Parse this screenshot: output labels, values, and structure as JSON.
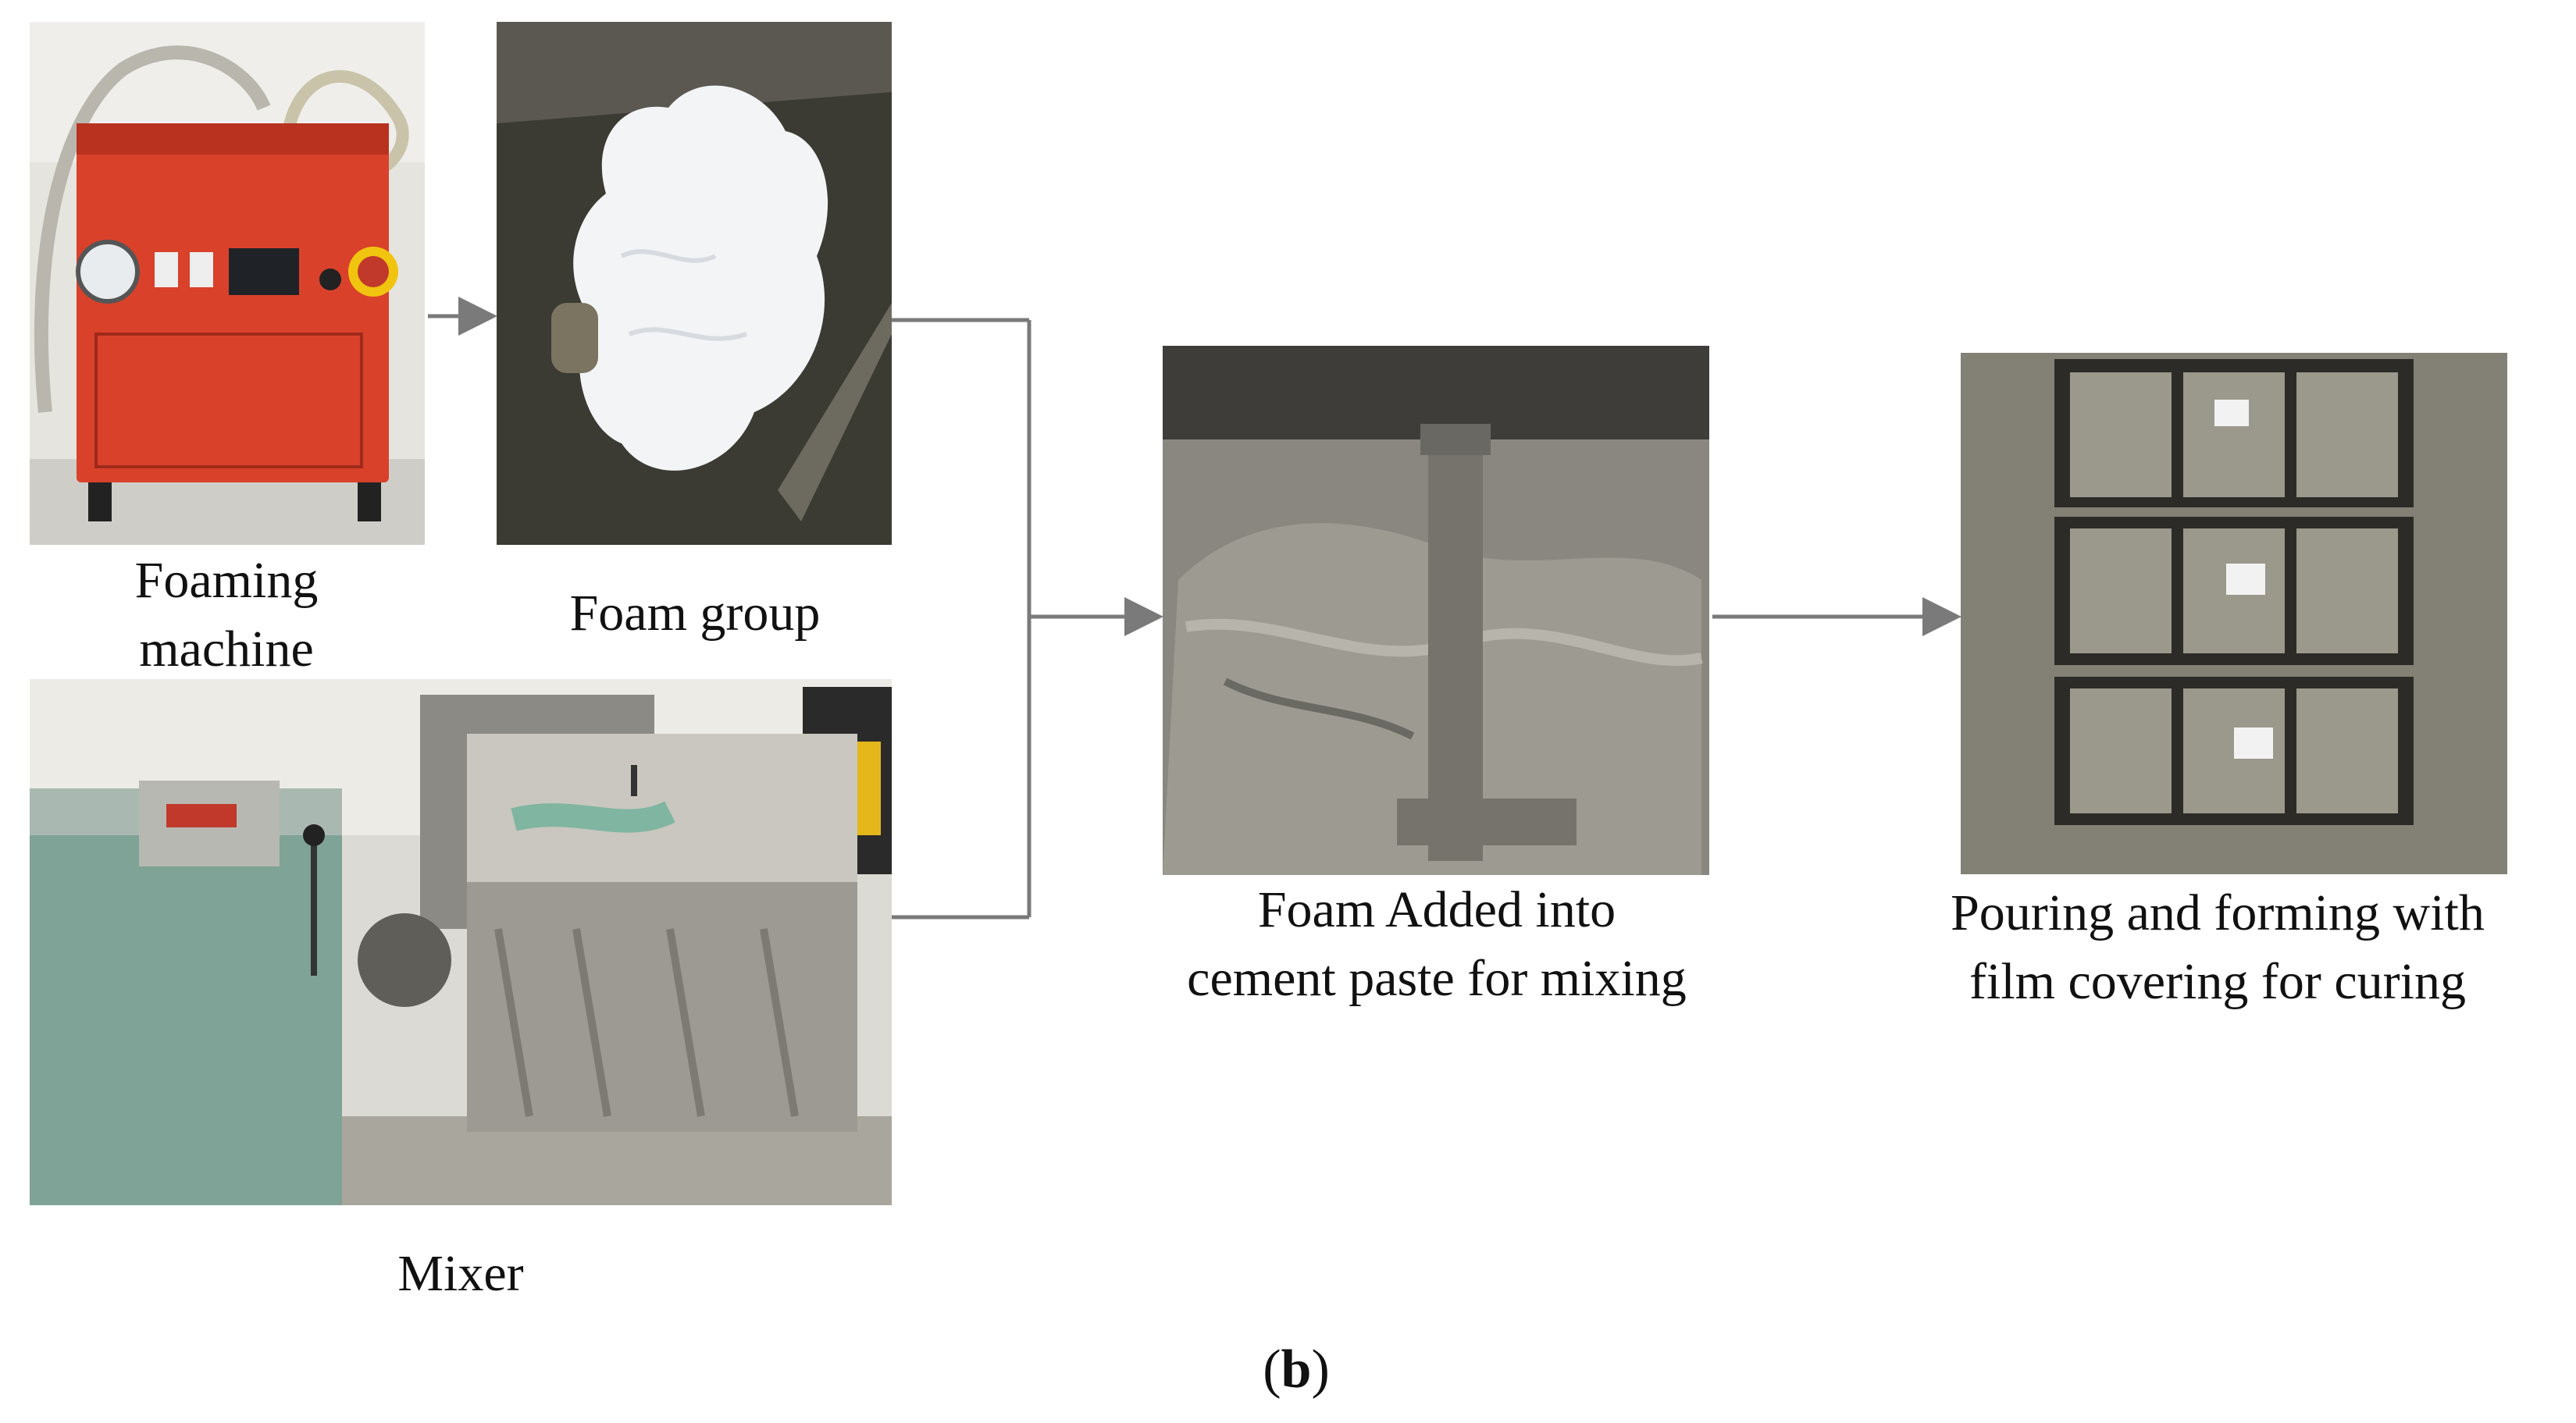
{
  "captions": {
    "foaming_machine": [
      "Foaming",
      "machine"
    ],
    "foam_group": "Foam group",
    "mixer": "Mixer",
    "foam_added": [
      "Foam Added into",
      "cement paste for mixing"
    ],
    "pouring": [
      "Pouring and forming with",
      "film covering for curing"
    ]
  },
  "panel_label": {
    "open": "(",
    "letter": "b",
    "close": ")"
  },
  "colors": {
    "arrow": "#7a7a7a",
    "machine_red": "#d9412b",
    "foam_white": "#f2f4f6",
    "cement_gray": "#8a8780"
  }
}
